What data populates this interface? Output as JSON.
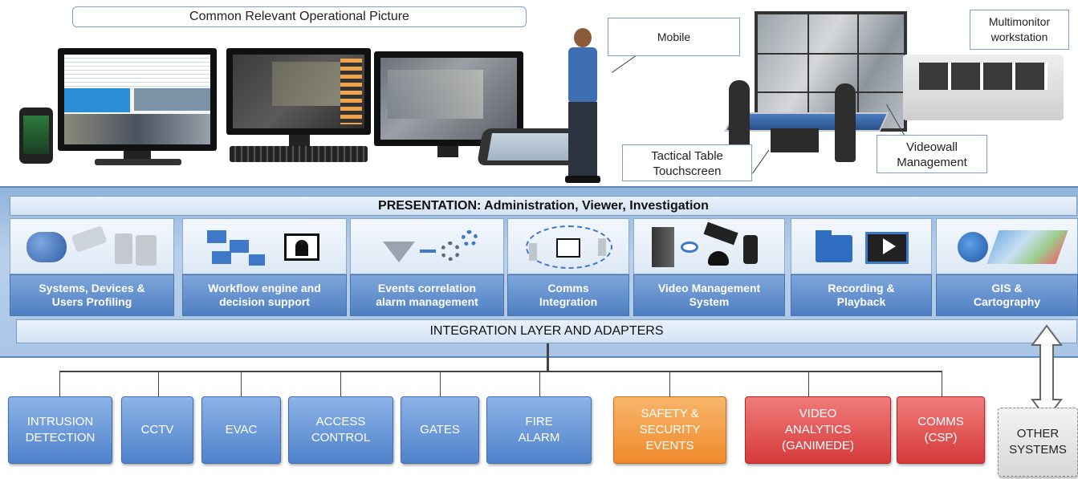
{
  "top_banner": "Common Relevant Operational Picture",
  "callouts": {
    "mobile": "Mobile",
    "multimonitor": "Multimonitor\nworkstation",
    "tactical": "Tactical Table\nTouchscreen",
    "videowall": "Videowall\nManagement"
  },
  "presentation_bar": "PRESENTATION:  Administration, Viewer, Investigation",
  "modules": [
    {
      "label": "Systems, Devices &\nUsers Profiling",
      "icon": "users-devices-icon"
    },
    {
      "label": "Workflow engine and\ndecision support",
      "icon": "workflow-icon"
    },
    {
      "label": "Events correlation\nalarm management",
      "icon": "funnel-gears-icon"
    },
    {
      "label": "Comms\nIntegration",
      "icon": "comms-cycle-icon"
    },
    {
      "label": "Video Management\nSystem",
      "icon": "cameras-server-icon"
    },
    {
      "label": "Recording &\nPlayback",
      "icon": "folder-film-icon"
    },
    {
      "label": "GIS &\nCartography",
      "icon": "globe-map-icon"
    }
  ],
  "integration_bar": "INTEGRATION LAYER AND ADAPTERS",
  "subsystems": [
    {
      "label": "INTRUSION\nDETECTION",
      "color": "blue"
    },
    {
      "label": "CCTV",
      "color": "blue"
    },
    {
      "label": "EVAC",
      "color": "blue"
    },
    {
      "label": "ACCESS\nCONTROL",
      "color": "blue"
    },
    {
      "label": "GATES",
      "color": "blue"
    },
    {
      "label": "FIRE\nALARM",
      "color": "blue"
    },
    {
      "label": "SAFETY &\nSECURITY\nEVENTS",
      "color": "orange"
    },
    {
      "label": "VIDEO\nANALYTICS\n(GANIMEDE)",
      "color": "red"
    },
    {
      "label": "COMMS\n(CSP)",
      "color": "red"
    },
    {
      "label": "OTHER\nSYSTEMS",
      "color": "gray"
    }
  ],
  "colors": {
    "blue": "#4f82cc",
    "orange": "#ef8a2b",
    "red": "#d63a3a",
    "panel": "#a9c6e6"
  }
}
